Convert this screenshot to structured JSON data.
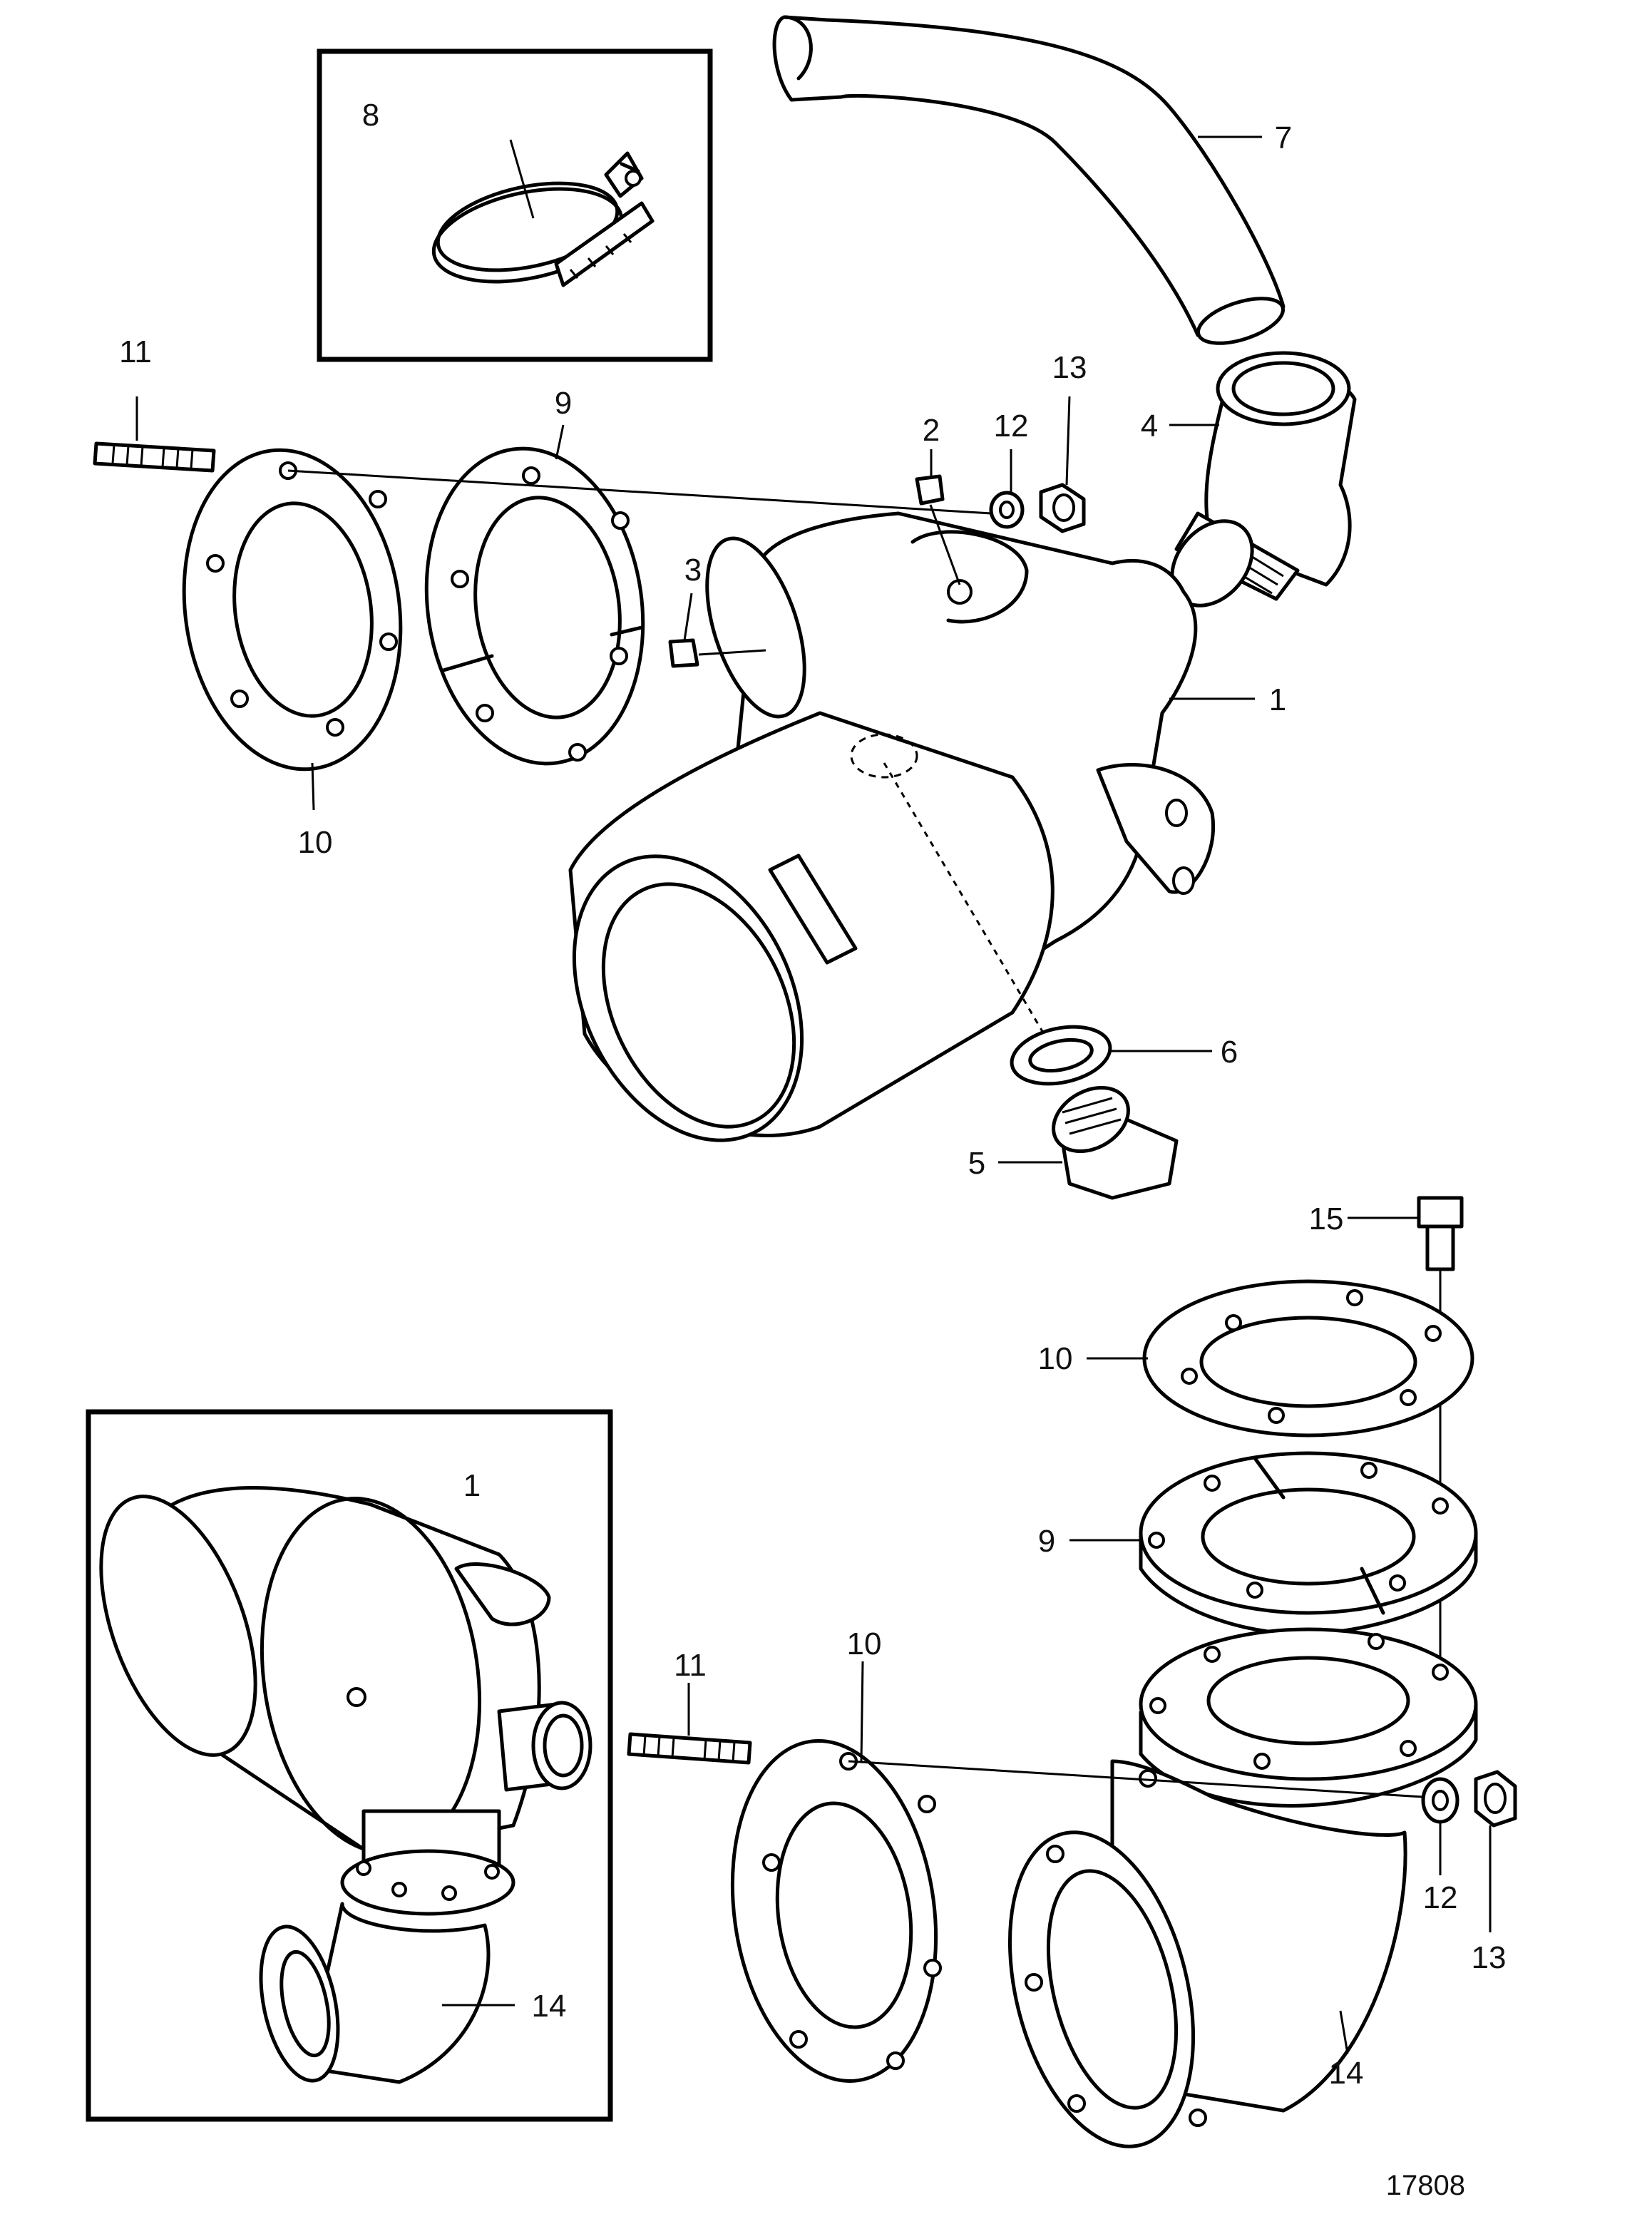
{
  "figure_id": "17808",
  "callouts": [
    {
      "id": "c8",
      "text": "8"
    },
    {
      "id": "c7",
      "text": "7"
    },
    {
      "id": "c11a",
      "text": "11"
    },
    {
      "id": "c9a",
      "text": "9"
    },
    {
      "id": "c2",
      "text": "2"
    },
    {
      "id": "c12a",
      "text": "12"
    },
    {
      "id": "c13a",
      "text": "13"
    },
    {
      "id": "c4",
      "text": "4"
    },
    {
      "id": "c3",
      "text": "3"
    },
    {
      "id": "c1a",
      "text": "1"
    },
    {
      "id": "c10a",
      "text": "10"
    },
    {
      "id": "c6",
      "text": "6"
    },
    {
      "id": "c5",
      "text": "5"
    },
    {
      "id": "c15",
      "text": "15"
    },
    {
      "id": "c10b",
      "text": "10"
    },
    {
      "id": "c9b",
      "text": "9"
    },
    {
      "id": "c1b",
      "text": "1"
    },
    {
      "id": "c11b",
      "text": "11"
    },
    {
      "id": "c10c",
      "text": "10"
    },
    {
      "id": "c14a",
      "text": "14"
    },
    {
      "id": "c12b",
      "text": "12"
    },
    {
      "id": "c13b",
      "text": "13"
    },
    {
      "id": "c14b",
      "text": "14"
    }
  ]
}
